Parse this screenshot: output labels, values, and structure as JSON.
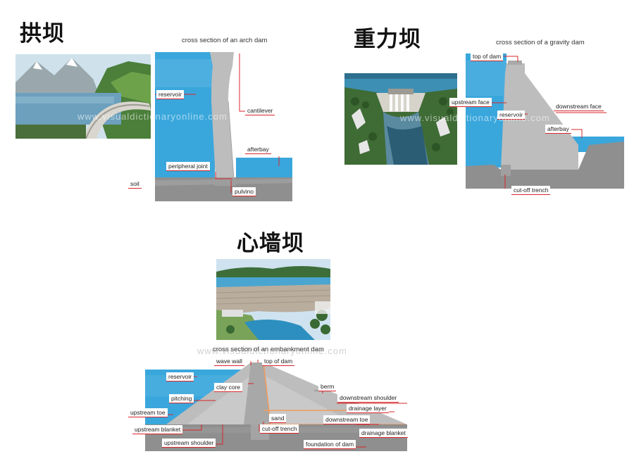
{
  "titles": {
    "arch": "拱坝",
    "gravity": "重力坝",
    "embankment": "心墙坝"
  },
  "arch": {
    "caption": "cross section of an arch dam",
    "labels": {
      "reservoir": "reservoir",
      "cantilever": "cantilever",
      "afterbay": "afterbay",
      "peripheral_joint": "peripheral joint",
      "soil": "soil",
      "pulvino": "pulvino"
    },
    "watermark": "www.visualdictionaryonline.com"
  },
  "gravity": {
    "caption": "cross section of a gravity dam",
    "labels": {
      "top_of_dam": "top of dam",
      "upstream_face": "upstream face",
      "downstream_face": "downstream face",
      "reservoir": "reservoir",
      "afterbay": "afterbay",
      "cutoff_trench": "cut-off trench"
    },
    "watermark": "www.visualdictionaryonline.com"
  },
  "embankment": {
    "caption": "cross section of an embankment dam",
    "labels": {
      "wave_wall": "wave wall",
      "top_of_dam": "top of dam",
      "reservoir": "reservoir",
      "clay_core": "clay core",
      "berm": "berm",
      "pitching": "pitching",
      "downstream_shoulder": "downstream shoulder",
      "drainage_layer": "drainage layer",
      "upstream_toe": "upstream toe",
      "sand": "sand",
      "downstream_toe": "downstream toe",
      "upstream_blanket": "upstream blanket",
      "cutoff_trench": "cut-off trench",
      "drainage_blanket": "drainage blanket",
      "upstream_shoulder": "upstream shoulder",
      "foundation_of_dam": "foundation of dam"
    },
    "watermark": "www.visualdictionaryonline.com"
  },
  "colors": {
    "water": "#3aa7dc",
    "concrete": "#bdbdbd",
    "soil": "#8f8f8f",
    "leader": "#d8262a"
  }
}
